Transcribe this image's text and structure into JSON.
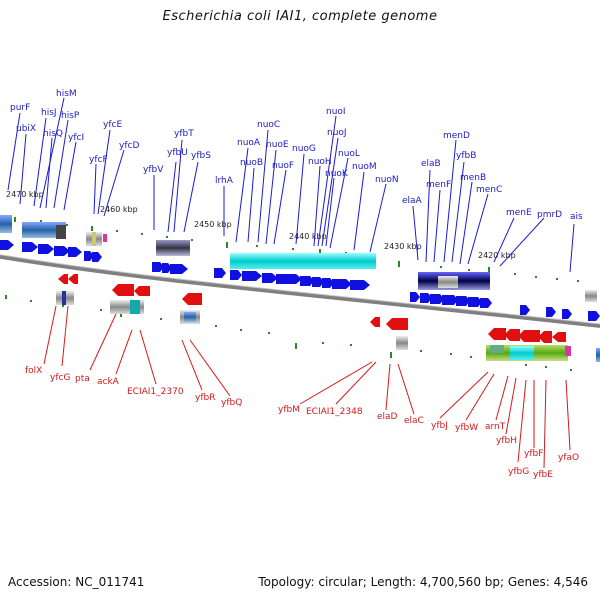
{
  "title": "Escherichia coli IAI1, complete genome",
  "footer": {
    "accession": "Accession: NC_011741",
    "topology": "Topology: circular; Length: 4,700,560 bp; Genes: 4,546"
  },
  "colors": {
    "plus_strand": "#1010e0",
    "minus_strand": "#e01010",
    "backbone": "#808080",
    "tick": "#2a8a2a",
    "plus_label": "#1b1bc4",
    "minus_label": "#d11a1a"
  },
  "scale_labels": [
    "2470 kbp",
    "2460 kbp",
    "2450 kbp",
    "2440 kbp",
    "2430 kbp",
    "2420 kbp"
  ],
  "plus_genes": [
    "purF",
    "ubiX",
    "hisJ",
    "hisM",
    "hisQ",
    "hisP",
    "yfcI",
    "yfcE",
    "yfcF",
    "yfcD",
    "yfbV",
    "yfbU",
    "yfbT",
    "yfbS",
    "lrhA",
    "nuoA",
    "nuoB",
    "nuoC",
    "nuoE",
    "nuoF",
    "nuoG",
    "nuoH",
    "nuoI",
    "nuoJ",
    "nuoK",
    "nuoL",
    "nuoM",
    "nuoN",
    "elaA",
    "elaB",
    "menF",
    "menD",
    "yfbB",
    "menB",
    "menC",
    "menE",
    "pmrD",
    "ais"
  ],
  "minus_genes": [
    "folX",
    "yfcG",
    "pta",
    "ackA",
    "ECIAI1_2370",
    "yfbR",
    "yfbQ",
    "yfbM",
    "ECIAI1_2348",
    "elaD",
    "elaC",
    "yfbJ",
    "yfbW",
    "arnT",
    "yfbH",
    "yfbG",
    "yfbF",
    "yfbE",
    "yfaO"
  ]
}
